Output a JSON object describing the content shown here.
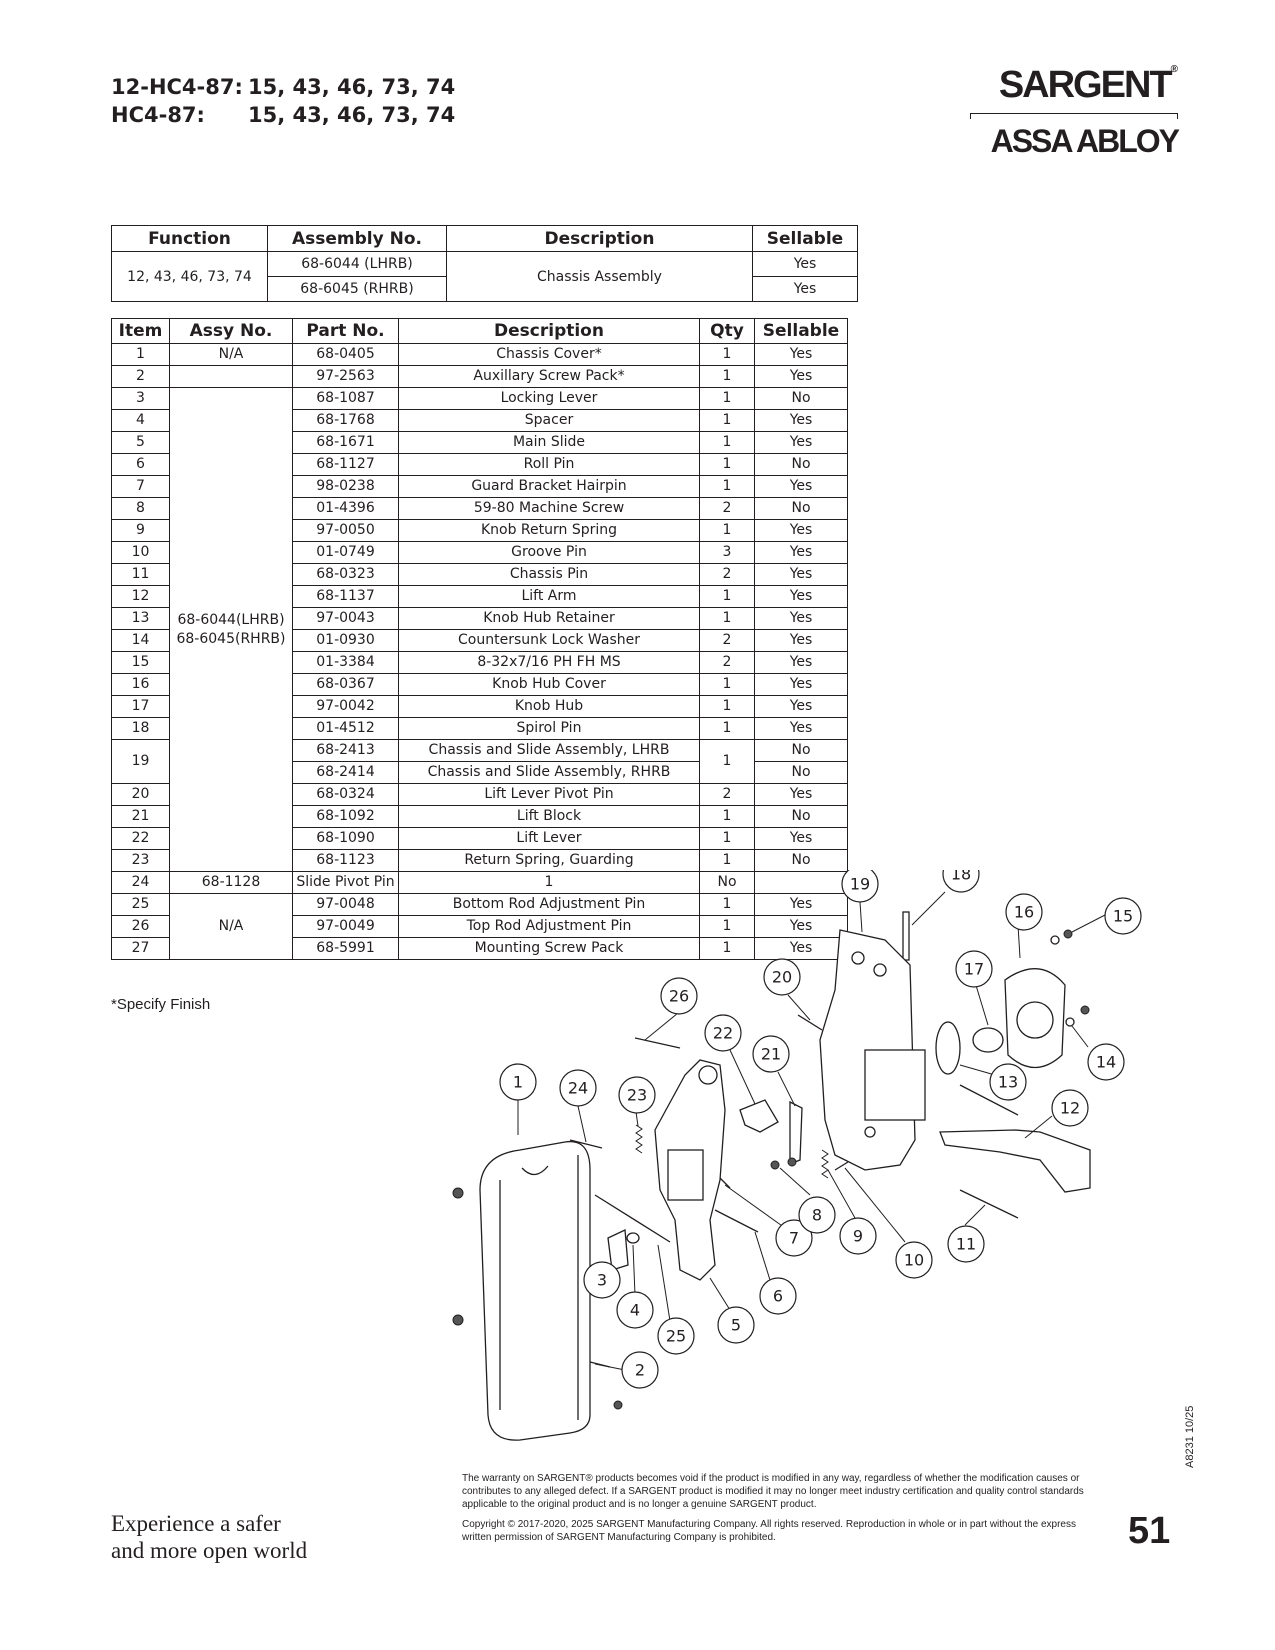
{
  "header": {
    "line1_label": "12-HC4-87:",
    "line1_values": "15, 43, 46, 73, 74",
    "line2_label": "HC4-87:",
    "line2_values": "15, 43, 46, 73, 74"
  },
  "brand": {
    "name": "SARGENT",
    "reg": "®",
    "parent": "ASSA ABLOY"
  },
  "assembly_table": {
    "headers": [
      "Function",
      "Assembly No.",
      "Description",
      "Sellable"
    ],
    "function": "12, 43, 46, 73, 74",
    "assemblies": [
      "68-6044 (LHRB)",
      "68-6045 (RHRB)"
    ],
    "description": "Chassis Assembly",
    "sellable": [
      "Yes",
      "Yes"
    ]
  },
  "parts_table": {
    "headers": [
      "Item",
      "Assy No.",
      "Part No.",
      "Description",
      "Qty",
      "Sellable"
    ],
    "assy_group_1": "N/A",
    "assy_group_2": "68-6044(LHRB)\n68-6045(RHRB)",
    "assy_group_3": "N/A",
    "rows": [
      [
        "1",
        "68-0405",
        "Chassis Cover*",
        "1",
        "Yes"
      ],
      [
        "2",
        "97-2563",
        "Auxillary Screw Pack*",
        "1",
        "Yes"
      ],
      [
        "3",
        "68-1087",
        "Locking Lever",
        "1",
        "No"
      ],
      [
        "4",
        "68-1768",
        "Spacer",
        "1",
        "Yes"
      ],
      [
        "5",
        "68-1671",
        "Main Slide",
        "1",
        "Yes"
      ],
      [
        "6",
        "68-1127",
        "Roll Pin",
        "1",
        "No"
      ],
      [
        "7",
        "98-0238",
        "Guard Bracket Hairpin",
        "1",
        "Yes"
      ],
      [
        "8",
        "01-4396",
        "59-80 Machine Screw",
        "2",
        "No"
      ],
      [
        "9",
        "97-0050",
        "Knob Return Spring",
        "1",
        "Yes"
      ],
      [
        "10",
        "01-0749",
        "Groove Pin",
        "3",
        "Yes"
      ],
      [
        "11",
        "68-0323",
        "Chassis Pin",
        "2",
        "Yes"
      ],
      [
        "12",
        "68-1137",
        "Lift Arm",
        "1",
        "Yes"
      ],
      [
        "13",
        "97-0043",
        "Knob Hub Retainer",
        "1",
        "Yes"
      ],
      [
        "14",
        "01-0930",
        "Countersunk Lock Washer",
        "2",
        "Yes"
      ],
      [
        "15",
        "01-3384",
        "8-32x7/16 PH FH MS",
        "2",
        "Yes"
      ],
      [
        "16",
        "68-0367",
        "Knob Hub Cover",
        "1",
        "Yes"
      ],
      [
        "17",
        "97-0042",
        "Knob Hub",
        "1",
        "Yes"
      ],
      [
        "18",
        "01-4512",
        "Spirol Pin",
        "1",
        "Yes"
      ],
      [
        "19",
        "68-2413",
        "Chassis and Slide Assembly, LHRB",
        "1",
        "No"
      ],
      [
        "",
        "68-2414",
        "Chassis and Slide Assembly, RHRB",
        "",
        "No"
      ],
      [
        "20",
        "68-0324",
        "Lift Lever Pivot Pin",
        "2",
        "Yes"
      ],
      [
        "21",
        "68-1092",
        "Lift Block",
        "1",
        "No"
      ],
      [
        "22",
        "68-1090",
        "Lift Lever",
        "1",
        "Yes"
      ],
      [
        "23",
        "68-1123",
        "Return Spring, Guarding",
        "1",
        "No"
      ],
      [
        "24",
        "68-1128",
        "Slide Pivot Pin",
        "1",
        "No"
      ],
      [
        "25",
        "97-0048",
        "Bottom Rod Adjustment Pin",
        "1",
        "Yes"
      ],
      [
        "26",
        "97-0049",
        "Top Rod Adjustment Pin",
        "1",
        "Yes"
      ],
      [
        "27",
        "68-5991",
        "Mounting Screw Pack",
        "1",
        "Yes"
      ]
    ]
  },
  "note": "*Specify Finish",
  "callouts": [
    "1",
    "2",
    "3",
    "4",
    "5",
    "6",
    "7",
    "8",
    "9",
    "10",
    "11",
    "12",
    "13",
    "14",
    "15",
    "16",
    "17",
    "18",
    "19",
    "20",
    "21",
    "22",
    "23",
    "24",
    "25",
    "26"
  ],
  "footer": {
    "tagline_1": "Experience a safer",
    "tagline_2": "and more open world",
    "warranty": "The warranty on SARGENT® products becomes void if the product is modified in any way, regardless of whether the modification causes or contributes to any alleged defect. If a SARGENT product is modified it may no longer meet industry certification and quality control standards applicable to the original product and is no longer a genuine SARGENT product.",
    "copyright": "Copyright © 2017-2020, 2025 SARGENT Manufacturing Company. All rights reserved. Reproduction in whole or in part without the express written permission of SARGENT Manufacturing Company is prohibited.",
    "doc_ref": "A8231  10/25",
    "page_number": "51"
  }
}
